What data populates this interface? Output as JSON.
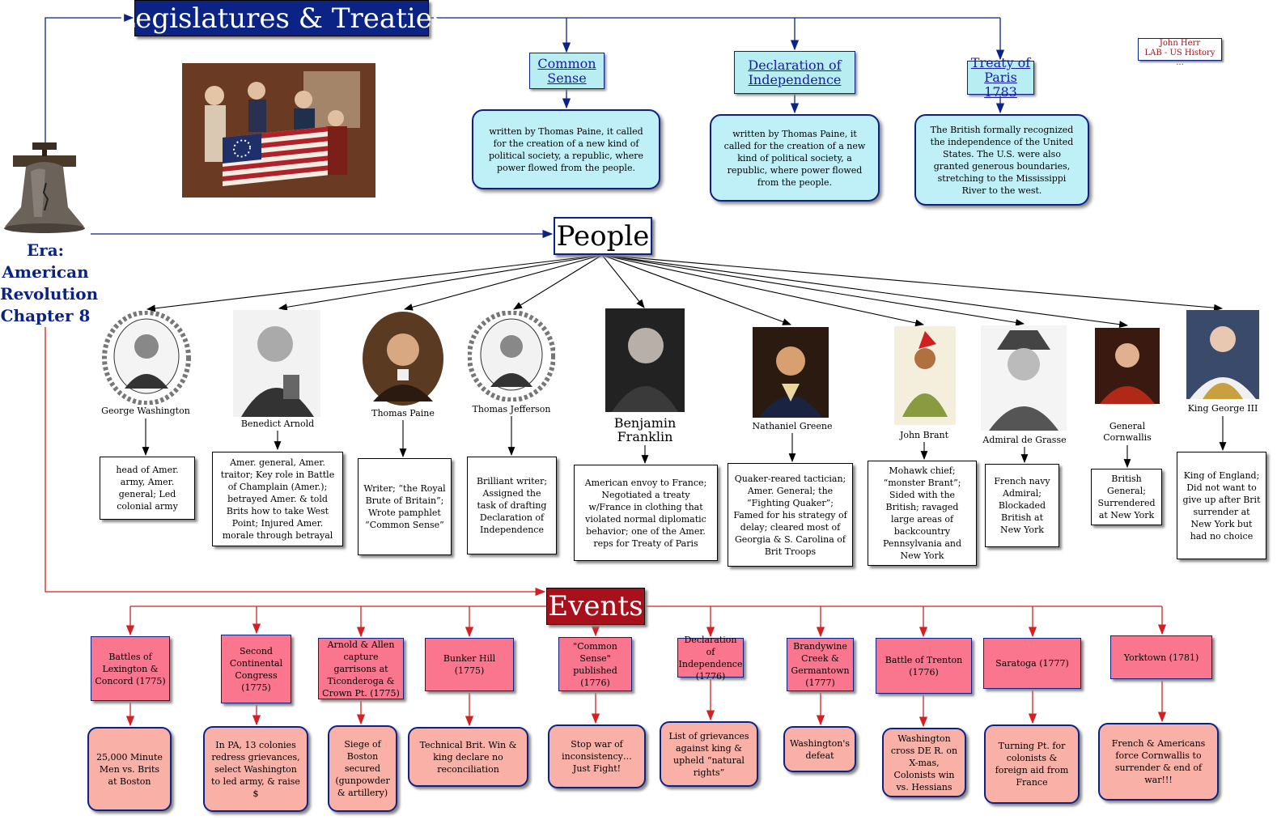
{
  "titles": {
    "legislatures": "Legislatures & Treaties",
    "people": "People",
    "events": "Events"
  },
  "era": {
    "line1": "Era:",
    "line2": "American",
    "line3": "Revolution",
    "line4": "Chapter 8"
  },
  "author": {
    "name": "John Herr",
    "course": "LAB - US History",
    "more": "..."
  },
  "documents": [
    {
      "title": "Common Sense",
      "text": "written by Thomas Paine, it called for the creation of a new kind of political society, a republic, where power flowed from the people."
    },
    {
      "title": "Declaration of Independence",
      "text": "written by Thomas Paine, it called for the creation of a new kind of political society, a republic, where power flowed from the people."
    },
    {
      "title": "Treaty of Paris 1783",
      "text": "The British formally recognized the independence of the United States. The U.S. were also granted generous boundaries, stretching to the Mississippi River to the west."
    }
  ],
  "people": [
    {
      "name": "George Washington",
      "desc": "head of Amer. army, Amer. general; Led colonial army"
    },
    {
      "name": "Benedict Arnold",
      "desc": "Amer. general, Amer. traitor; Key role in Battle of Champlain (Amer.); betrayed Amer. & told Brits how to take West Point; Injured Amer. morale through betrayal"
    },
    {
      "name": "Thomas Paine",
      "desc": "Writer; “the Royal Brute of Britain”; Wrote pamphlet “Common Sense”"
    },
    {
      "name": "Thomas Jefferson",
      "desc": "Brilliant writer; Assigned the task of drafting Declaration of Independence"
    },
    {
      "name": "Benjamin Franklin",
      "desc": "American envoy to France; Negotiated a treaty w/France in clothing that violated normal diplomatic behavior; one of the Amer. reps for Treaty of Paris"
    },
    {
      "name": "Nathaniel Greene",
      "desc": "Quaker-reared tactician; Amer. General; the “Fighting Quaker”; Famed for his strategy of delay; cleared most of Georgia & S. Carolina of Brit Troops"
    },
    {
      "name": "John Brant",
      "desc": "Mohawk chief; “monster Brant”; Sided with the British; ravaged large areas of backcountry Pennsylvania and New York"
    },
    {
      "name": "Admiral de Grasse",
      "desc": "French navy Admiral; Blockaded British at New York"
    },
    {
      "name": "General Cornwallis",
      "desc": "British General; Surrendered at New York"
    },
    {
      "name": "King George III",
      "desc": "King of England; Did not want to give up after Brit surrender at New York but had no choice"
    }
  ],
  "events": [
    {
      "title": "Battles of Lexington & Concord (1775)",
      "desc": "25,000 Minute Men vs. Brits at Boston"
    },
    {
      "title": "Second Continental Congress (1775)",
      "desc": "In PA, 13 colonies redress grievances, select Washington to led army, & raise $"
    },
    {
      "title": "Arnold & Allen capture garrisons at Ticonderoga & Crown Pt. (1775)",
      "desc": "Siege of Boston secured (gunpowder & artillery)"
    },
    {
      "title": "Bunker Hill (1775)",
      "desc": "Technical Brit. Win & king declare no reconciliation"
    },
    {
      "title": "\"Common Sense\" published (1776)",
      "desc": "Stop war of inconsistency…Just Fight!"
    },
    {
      "title": "Declaration of Independence (1776)",
      "desc": "List of grievances against king & upheld “natural rights”"
    },
    {
      "title": "Brandywine Creek & Germantown (1777)",
      "desc": "Washington's defeat"
    },
    {
      "title": "Battle of Trenton (1776)",
      "desc": "Washington cross DE R. on X-mas, Colonists win vs. Hessians"
    },
    {
      "title": "Saratoga (1777)",
      "desc": "Turning Pt. for colonists & foreign aid from France"
    },
    {
      "title": "Yorktown (1781)",
      "desc": "French & Americans force Cornwallis to surrender & end of war!!!"
    }
  ],
  "colors": {
    "navy": "#0b2384",
    "red": "#a8101c",
    "cyan": "#bff0f7",
    "pink": "#f9768e",
    "salmon": "#f9b0a6"
  }
}
